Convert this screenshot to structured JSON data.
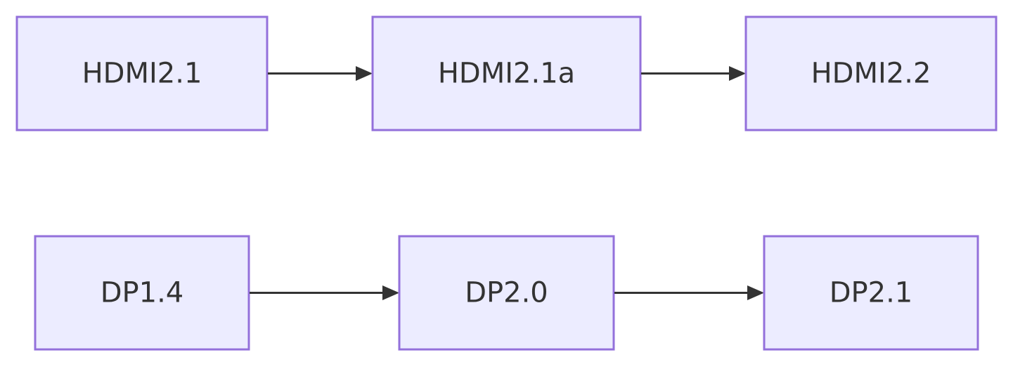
{
  "diagram": {
    "colors": {
      "node_fill": "#ececff",
      "node_border": "#9370db",
      "text": "#333333",
      "edge": "#333333"
    },
    "rows": [
      {
        "nodes": [
          {
            "label": "HDMI2.1"
          },
          {
            "label": "HDMI2.1a"
          },
          {
            "label": "HDMI2.2"
          }
        ]
      },
      {
        "nodes": [
          {
            "label": "DP1.4"
          },
          {
            "label": "DP2.0"
          },
          {
            "label": "DP2.1"
          }
        ]
      }
    ]
  }
}
